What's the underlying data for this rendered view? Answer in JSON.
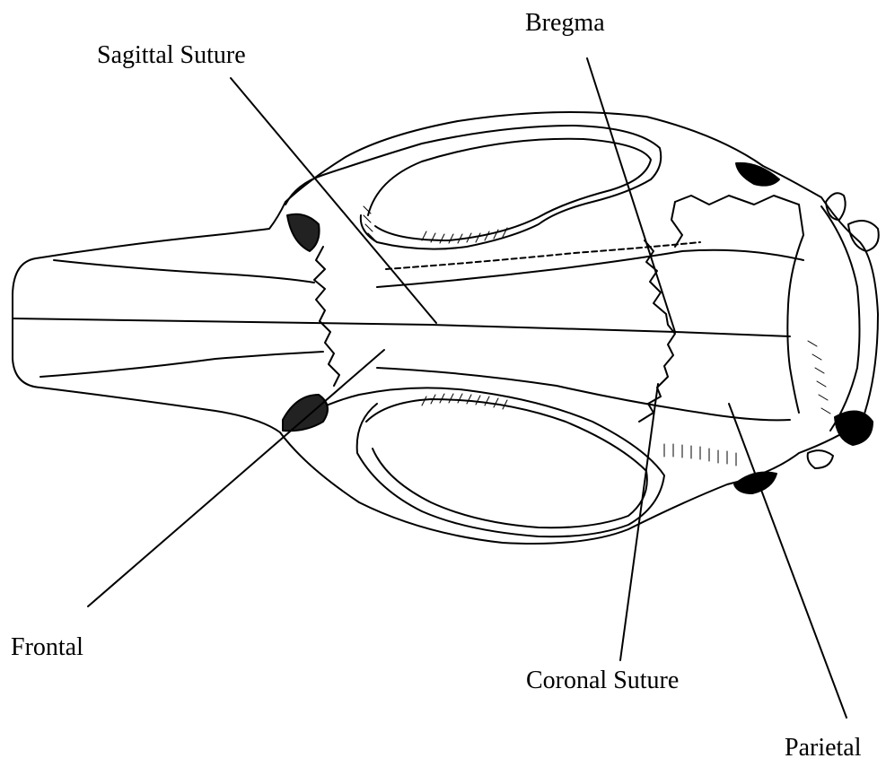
{
  "labels": {
    "sagittal_suture": "Sagittal Suture",
    "bregma": "Bregma",
    "frontal": "Frontal",
    "coronal_suture": "Coronal Suture",
    "parietal": "Parietal"
  },
  "colors": {
    "ink": "#000000",
    "background": "#ffffff"
  }
}
